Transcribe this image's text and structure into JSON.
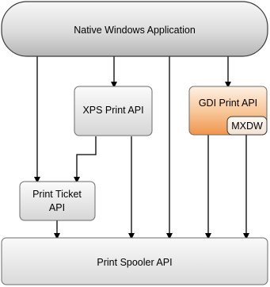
{
  "nodes": {
    "native_app": {
      "label": "Native Windows Application"
    },
    "xps_print_api": {
      "label": "XPS Print API"
    },
    "gdi_print_api": {
      "label": "GDI Print API"
    },
    "mxdw": {
      "label": "MXDW"
    },
    "print_ticket_api": {
      "label_line1": "Print Ticket",
      "label_line2": "API"
    },
    "print_spooler_api": {
      "label": "Print Spooler API"
    }
  },
  "colors": {
    "native_app_fill_light": "#f5f5f5",
    "native_app_fill_dark": "#bdbdbd",
    "box_fill_light": "#fafafa",
    "box_fill_dark": "#d8d8d8",
    "gdi_fill_light": "#fde9d6",
    "gdi_fill_dark": "#f2a05a",
    "stroke": "#3a3a3a",
    "arrow": "#000000"
  }
}
